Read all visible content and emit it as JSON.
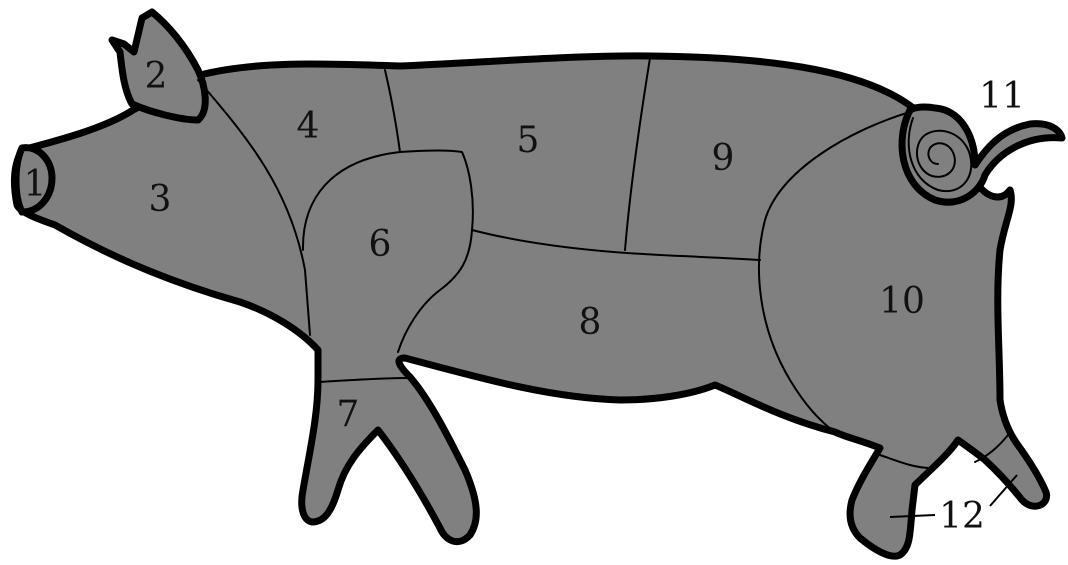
{
  "colors": {
    "body_fill": "#808080",
    "outline": "#000000",
    "label": "#111111",
    "background": "#ffffff"
  },
  "labels": {
    "cut_1": "1",
    "cut_2": "2",
    "cut_3": "3",
    "cut_4": "4",
    "cut_5": "5",
    "cut_6": "6",
    "cut_7": "7",
    "cut_8": "8",
    "cut_9": "9",
    "cut_10": "10",
    "cut_11": "11",
    "cut_12": "12"
  }
}
